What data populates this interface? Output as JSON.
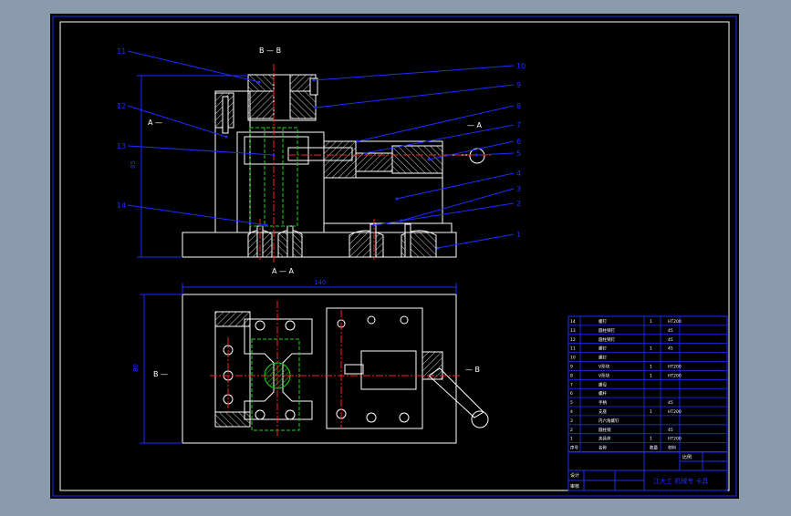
{
  "colors": {
    "background": "#000000",
    "frame": "#ffffff",
    "leader": "#1e2cff",
    "center_line": "#ff2020",
    "hidden_line": "#20d020",
    "hatch": "#c0c0c0",
    "outline": "#ffffff"
  },
  "views": {
    "section_bb": "B — B",
    "cut_a_left": "A —",
    "cut_a_right": "— A",
    "section_aa": "A — A",
    "cut_b_left": "B —",
    "cut_b_right": "— B"
  },
  "dimensions": {
    "front_height": "85",
    "plan_width": "140",
    "plan_height": "80"
  },
  "callouts": {
    "left": [
      "11",
      "12",
      "13",
      "14"
    ],
    "right": [
      "10",
      "9",
      "8",
      "7",
      "6",
      "5",
      "4",
      "3",
      "2",
      "1"
    ]
  },
  "parts_table": {
    "rows": [
      {
        "no": "14",
        "name": "螺钉",
        "qty": "1",
        "material": "HT200"
      },
      {
        "no": "13",
        "name": "圆柱销钉",
        "qty": "",
        "material": "45"
      },
      {
        "no": "12",
        "name": "圆柱销钉",
        "qty": "",
        "material": "45"
      },
      {
        "no": "11",
        "name": "螺钉",
        "qty": "1",
        "material": "45"
      },
      {
        "no": "10",
        "name": "螺钉",
        "qty": "",
        "material": ""
      },
      {
        "no": "9",
        "name": "V形块",
        "qty": "1",
        "material": "HT200"
      },
      {
        "no": "8",
        "name": "V形块",
        "qty": "1",
        "material": "HT200"
      },
      {
        "no": "7",
        "name": "螺母",
        "qty": "",
        "material": ""
      },
      {
        "no": "6",
        "name": "螺杆",
        "qty": "",
        "material": ""
      },
      {
        "no": "5",
        "name": "手柄",
        "qty": "",
        "material": "45"
      },
      {
        "no": "4",
        "name": "支座",
        "qty": "1",
        "material": "HT200"
      },
      {
        "no": "3",
        "name": "内六角螺钉",
        "qty": "",
        "material": ""
      },
      {
        "no": "2",
        "name": "圆柱销",
        "qty": "",
        "material": "45"
      },
      {
        "no": "1",
        "name": "夹具体",
        "qty": "1",
        "material": "HT200"
      }
    ],
    "header": {
      "no": "序号",
      "name": "名称",
      "qty": "数量",
      "material": "材料"
    },
    "scale_label": "比例",
    "designer_label": "设计",
    "checker_label": "审核",
    "title": "江大工 机械专 卡具"
  }
}
